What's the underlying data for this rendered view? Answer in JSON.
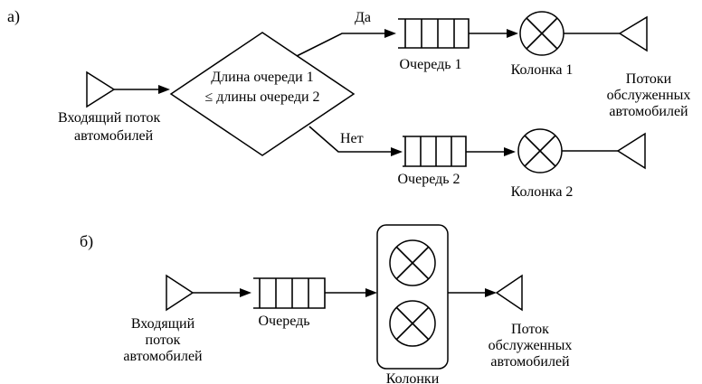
{
  "diagram_a": {
    "panel_label": "а)",
    "source": [
      "Входящий поток",
      "автомобилей"
    ],
    "decision": [
      "Длина очереди 1",
      "≤ длины очереди 2"
    ],
    "yes_label": "Да",
    "no_label": "Нет",
    "queue1_label": "Очередь 1",
    "queue2_label": "Очередь 2",
    "pump1_label": "Колонка 1",
    "pump2_label": "Колонка 2",
    "sink": [
      "Потоки",
      "обслуженных",
      "автомобилей"
    ]
  },
  "diagram_b": {
    "panel_label": "б)",
    "source": [
      "Входящий",
      "поток",
      "автомобилей"
    ],
    "queue_label": "Очередь",
    "pumps_label": "Колонки",
    "sink": [
      "Поток",
      "обслуженных",
      "автомобилей"
    ]
  }
}
